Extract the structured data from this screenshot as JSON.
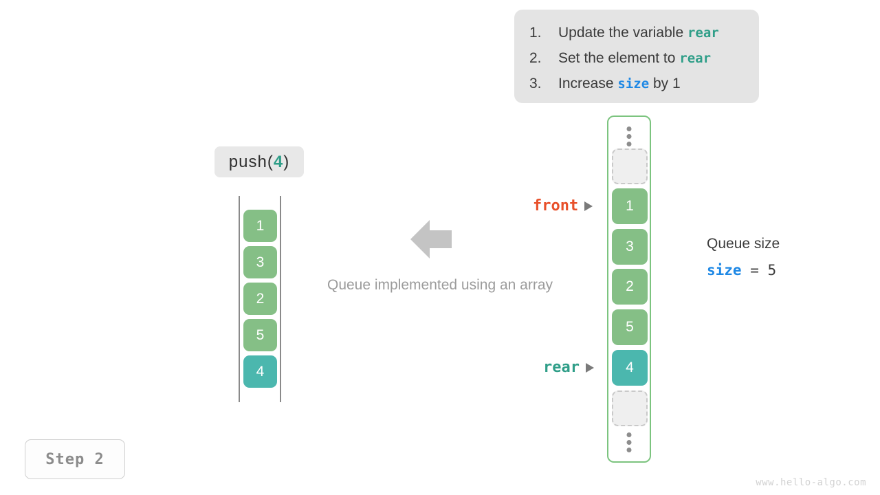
{
  "instructions": {
    "items": [
      {
        "num": "1.",
        "pre": "Update the variable ",
        "code": "rear",
        "code_color": "teal",
        "post": ""
      },
      {
        "num": "2.",
        "pre": "Set the element to ",
        "code": "rear",
        "code_color": "teal",
        "post": ""
      },
      {
        "num": "3.",
        "pre": "Increase ",
        "code": "size",
        "code_color": "blue",
        "post": " by 1"
      }
    ],
    "item1_num": "1.",
    "item1_pre": "Update the variable ",
    "item1_code": "rear",
    "item1_post": "",
    "item2_num": "2.",
    "item2_pre": "Set the element to ",
    "item2_code": "rear",
    "item2_post": "",
    "item3_num": "3.",
    "item3_pre": "Increase ",
    "item3_code": "size",
    "item3_post": " by 1"
  },
  "operation": {
    "name": "push(",
    "arg": "4",
    "close": ")"
  },
  "left_queue": {
    "cells": [
      {
        "value": "1",
        "color": "green"
      },
      {
        "value": "3",
        "color": "green"
      },
      {
        "value": "2",
        "color": "green"
      },
      {
        "value": "5",
        "color": "green"
      },
      {
        "value": "4",
        "color": "teal"
      }
    ],
    "c0": "1",
    "c1": "3",
    "c2": "2",
    "c3": "5",
    "c4": "4"
  },
  "center": {
    "caption": "Queue implemented using an array",
    "arrow_direction": "left",
    "arrow_color": "#c4c4c4"
  },
  "array": {
    "cells": [
      {
        "value": "",
        "type": "empty"
      },
      {
        "value": "1",
        "type": "green"
      },
      {
        "value": "3",
        "type": "green"
      },
      {
        "value": "2",
        "type": "green"
      },
      {
        "value": "5",
        "type": "green"
      },
      {
        "value": "4",
        "type": "teal"
      },
      {
        "value": "",
        "type": "empty"
      }
    ],
    "a1": "1",
    "a2": "3",
    "a3": "2",
    "a4": "5",
    "a5": "4",
    "border_color": "#7cc47f"
  },
  "pointers": {
    "front_label": "front",
    "front_color": "#e8502a",
    "rear_label": "rear",
    "rear_color": "#2f9e88"
  },
  "queue_size": {
    "label": "Queue size",
    "var": "size",
    "equals": " = ",
    "value": "5"
  },
  "step": {
    "label": "Step 2"
  },
  "watermark": {
    "text": "www.hello-algo.com"
  },
  "colors": {
    "cell_green": "#85bf86",
    "cell_teal": "#4bb7ae",
    "code_teal": "#2f9e88",
    "code_blue": "#1e88e5",
    "front_orange": "#e8502a",
    "panel_gray": "#e4e4e4"
  }
}
